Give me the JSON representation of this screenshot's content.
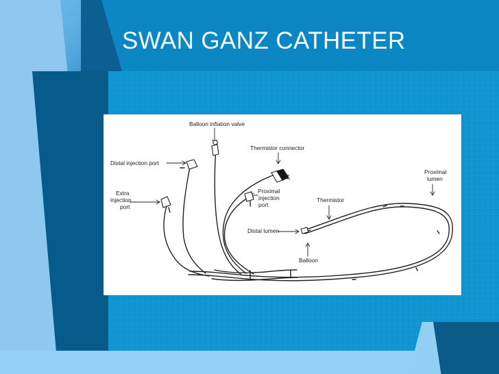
{
  "slide": {
    "title": "SWAN GANZ CATHETER"
  },
  "figure": {
    "labels": {
      "balloon_inflation_valve": "Balloon inflation valve",
      "thermistor_connector": "Thermistor connector",
      "distal_injection_port": "Distal injection port",
      "extra_line_1": "Extra",
      "extra_line_2": "injection",
      "extra_line_3": "port",
      "proximal_injection_line_1": "Proximal",
      "proximal_injection_line_2": "injection",
      "proximal_injection_line_3": "port",
      "thermistor": "Thermistor",
      "proximal_lumen_line_1": "Proximal",
      "proximal_lumen_line_2": "lumen",
      "distal_lumen": "Distal lumen",
      "balloon": "Balloon"
    }
  },
  "colors": {
    "background_blue": "#0e95cf",
    "light_blue": "#8ec8f0",
    "dark_blue": "#075b8b",
    "title_text": "#f4fbff"
  }
}
